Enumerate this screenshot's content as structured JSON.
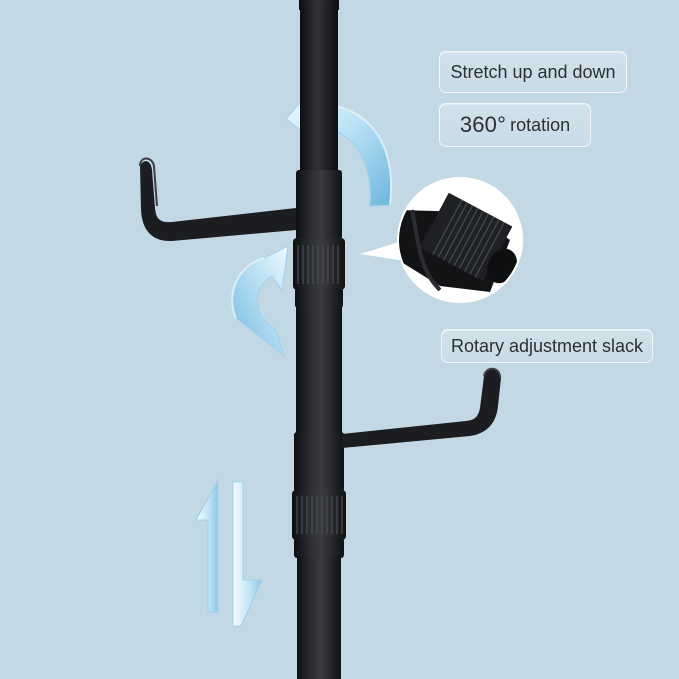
{
  "image": {
    "background_color": "#c3d8e5",
    "subject": "telescopic black coat rack pole with two L-shaped hooks"
  },
  "labels": {
    "stretch": "Stretch up and down",
    "rotation_number": "360°",
    "rotation_word": "rotation",
    "slack": "Rotary adjustment slack"
  },
  "colors": {
    "pole": "#222325",
    "pole_shadow": "#111214",
    "arrow_light": "#e9f7ff",
    "arrow_mid": "#a8d6ef",
    "arrow_dark": "#6fb8df",
    "inset_bg": "#ffffff",
    "label_border": "#ffffff"
  },
  "icons": [
    "rotation-arrow-icon",
    "rotation-arrow-icon",
    "up-down-arrows-icon"
  ]
}
